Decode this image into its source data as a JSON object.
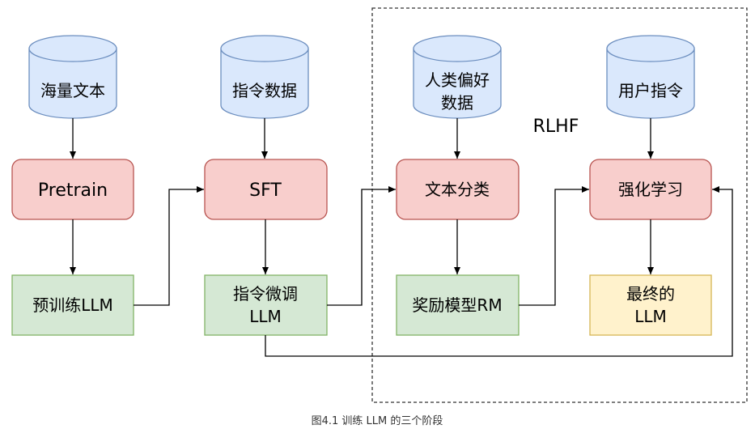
{
  "databases": {
    "corpus": "海量文本",
    "instruction_data": "指令数据",
    "preference_data": [
      "人类偏好",
      "数据"
    ],
    "user_instructions": "用户指令"
  },
  "processes": {
    "pretrain": "Pretrain",
    "sft": "SFT",
    "text_classification": "文本分类",
    "reinforcement_learning": "强化学习"
  },
  "models": {
    "pretrained_llm": "预训练LLM",
    "instruction_tuned_llm": [
      "指令微调",
      "LLM"
    ],
    "reward_model": "奖励模型RM",
    "final_llm": [
      "最终的",
      "LLM"
    ]
  },
  "rlhf_group_label": "RLHF",
  "caption": "图4.1 训练 LLM 的三个阶段",
  "colors": {
    "database_fill": "#dae8fc",
    "database_stroke": "#6c8ebf",
    "process_fill": "#f8cecc",
    "process_stroke": "#b85450",
    "model_fill": "#d5e8d4",
    "model_stroke": "#82b366",
    "final_fill": "#fff2cc",
    "final_stroke": "#d6b656"
  }
}
